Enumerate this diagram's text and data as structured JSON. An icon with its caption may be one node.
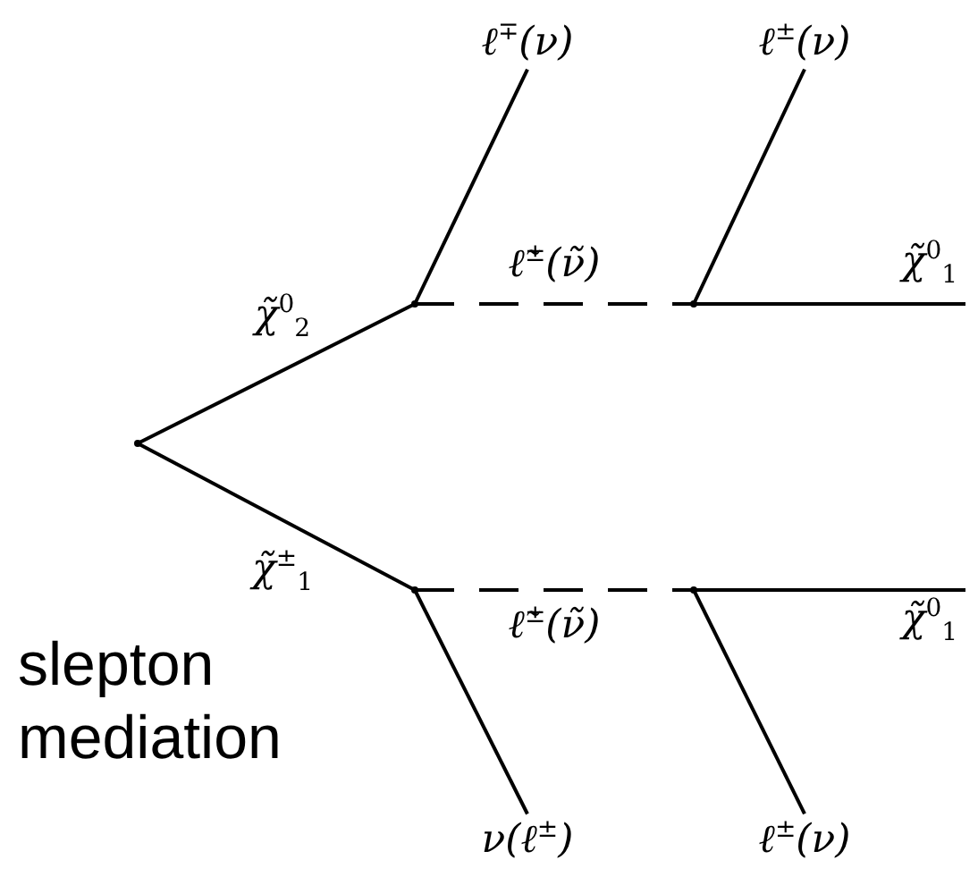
{
  "diagram": {
    "nodes": [
      {
        "text": [],
        "shape": "point"
      },
      {
        "text": [],
        "shape": "point"
      },
      {
        "text": [],
        "shape": "point"
      },
      {
        "text": [
          "ℓ$^{∓}$(ν)"
        ]
      },
      {
        "text": [],
        "shape": "point"
      },
      {
        "text": [
          "ℓ$^{±}$(ν)"
        ]
      },
      {
        "text": [
          "ν(ℓ$^{±}$)"
        ]
      },
      {
        "text": [],
        "shape": "point"
      },
      {
        "text": [
          "ℓ$^{±}$(ν)"
        ]
      }
    ],
    "edges": [
      {
        "from": 0,
        "to": 1,
        "arrow": "none",
        "label": "χ̃$^{0}$$_{2}$"
      },
      {
        "from": 0,
        "to": 2,
        "arrow": "none",
        "label": "χ̃$^{±}$$_{1}$"
      },
      {
        "from": 1,
        "to": 3,
        "arrow": "none"
      },
      {
        "from": 1,
        "to": 4,
        "arrow": "none",
        "style": "dashed",
        "label": "ℓ̃$^{±}$(ν̃)"
      },
      {
        "from": 4,
        "to": 5,
        "arrow": "none"
      },
      {
        "from": 4,
        "to": null,
        "arrow": "none",
        "label": "χ̃$^{0}$$_{1}$"
      },
      {
        "from": 2,
        "to": 7,
        "arrow": "none",
        "style": "dashed",
        "label": "ℓ̃$^{±}$(ν̃)"
      },
      {
        "from": 2,
        "to": 6,
        "arrow": "none"
      },
      {
        "from": 7,
        "to": null,
        "arrow": "none",
        "label": "χ̃$^{0}$$_{1}$"
      },
      {
        "from": 7,
        "to": 8,
        "arrow": "none"
      }
    ],
    "labels": [
      "slepton mediation"
    ]
  }
}
